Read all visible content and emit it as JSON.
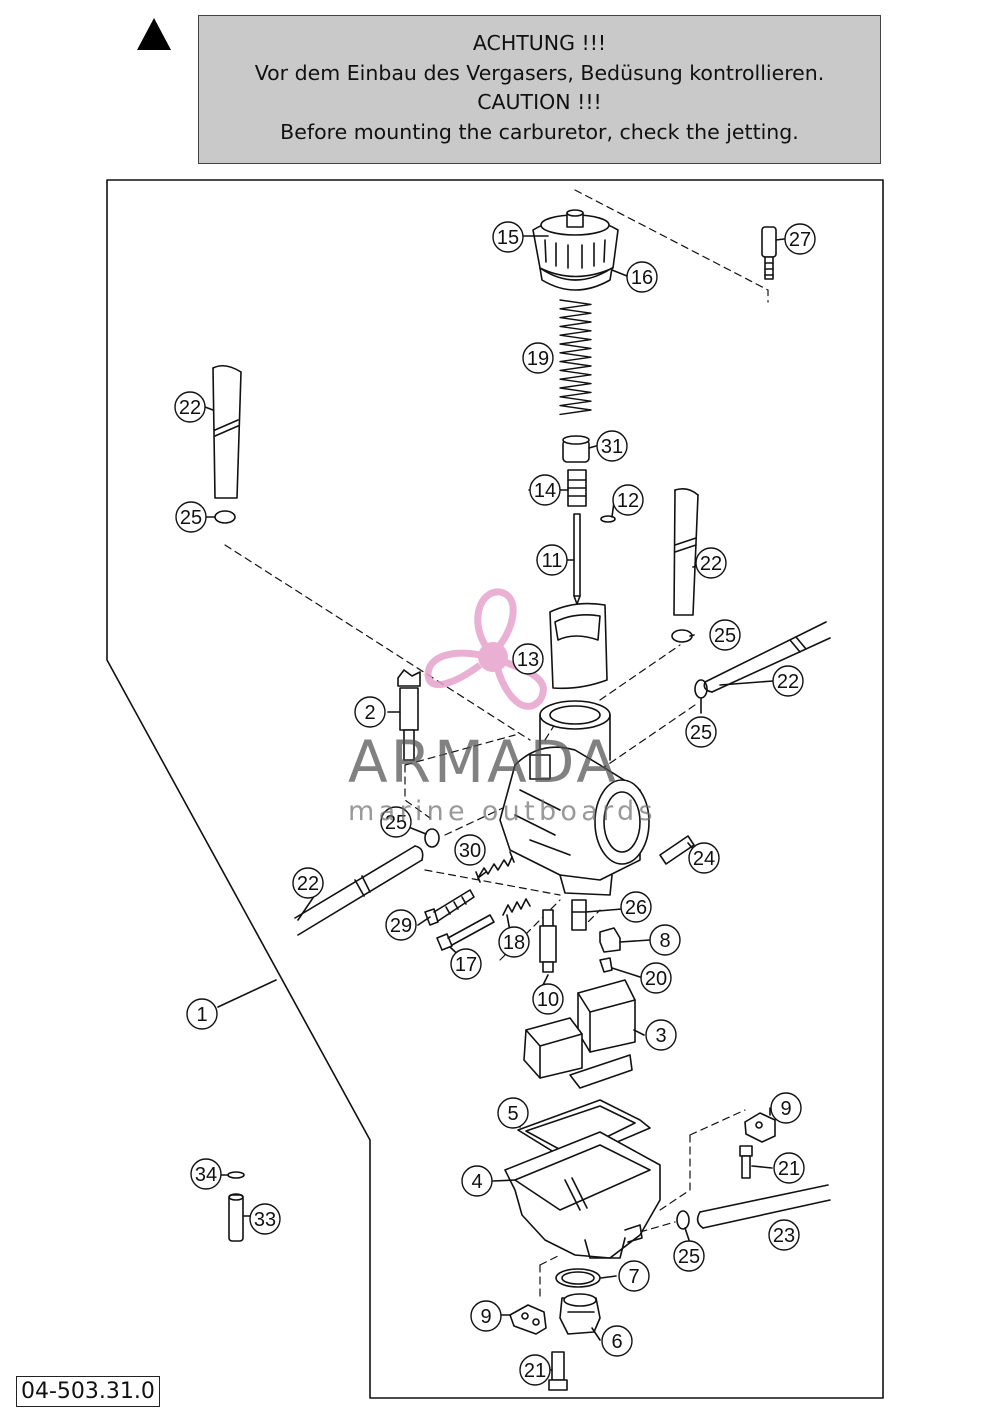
{
  "notice": {
    "line1": "ACHTUNG !!!",
    "line2": "Vor dem Einbau des Vergasers, Bedüsung kontrollieren.",
    "line3": "CAUTION !!!",
    "line4": "Before mounting the carburetor, check the jetting."
  },
  "document_number": "04-503.31.0",
  "watermark": {
    "brand": "ARMADA",
    "tagline": "marine outboards",
    "color": "#e6a3cc"
  },
  "part_numbers": {
    "p1": "1",
    "p2": "2",
    "p3": "3",
    "p4": "4",
    "p5": "5",
    "p6": "6",
    "p7": "7",
    "p8": "8",
    "p9": "9",
    "p10": "10",
    "p11": "11",
    "p12": "12",
    "p13": "13",
    "p14": "14",
    "p15": "15",
    "p16": "16",
    "p17": "17",
    "p18": "18",
    "p19": "19",
    "p20": "20",
    "p21": "21",
    "p22": "22",
    "p23": "23",
    "p24": "24",
    "p25": "25",
    "p26": "26",
    "p27": "27",
    "p29": "29",
    "p30": "30",
    "p31": "31",
    "p33": "33",
    "p34": "34"
  },
  "icons": {
    "warning": "warning-triangle-icon",
    "logo": "propeller-logo-icon"
  }
}
